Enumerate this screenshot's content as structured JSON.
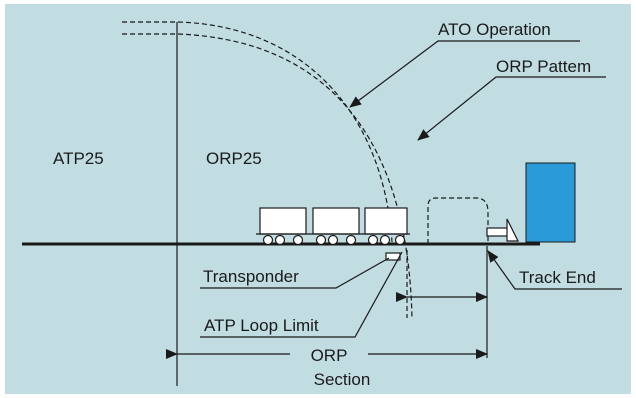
{
  "colors": {
    "background": "#c1dde2",
    "line": "#1a1a1a",
    "car_fill": "#ffffff",
    "building": "#2b9ad8",
    "border": "#ffffff"
  },
  "labels": {
    "ato_operation": "ATO Operation",
    "orp_pattern": "ORP Pattem",
    "atp25": "ATP25",
    "orp25": "ORP25",
    "transponder": "Transponder",
    "track_end": "Track End",
    "atp_loop_limit": "ATP Loop Limit",
    "orp": "ORP",
    "section": "Section"
  },
  "train": {
    "car_count": 3
  }
}
